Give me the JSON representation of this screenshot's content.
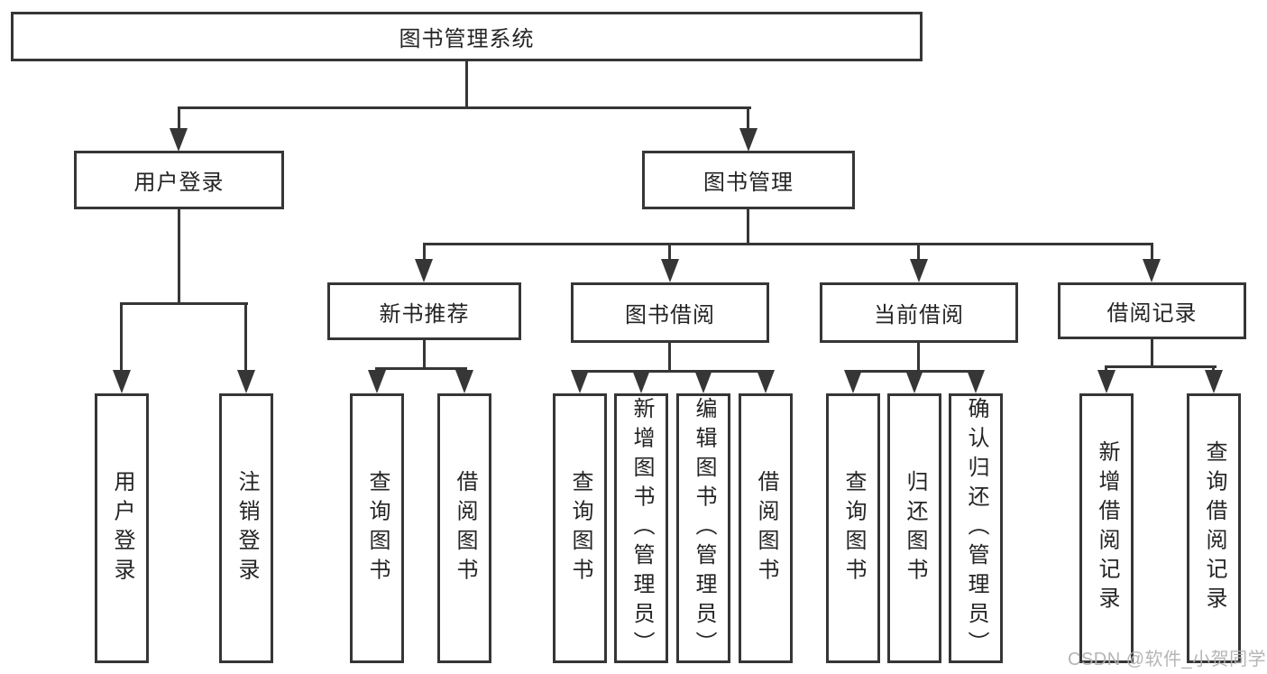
{
  "diagram": {
    "root": {
      "label": "图书管理系统"
    },
    "level2": [
      {
        "id": "user-login",
        "label": "用户登录",
        "parent": "图书管理系统"
      },
      {
        "id": "book-management",
        "label": "图书管理",
        "parent": "图书管理系统"
      }
    ],
    "level3": [
      {
        "id": "new-book-recommend",
        "label": "新书推荐",
        "parent": "图书管理"
      },
      {
        "id": "book-borrow",
        "label": "图书借阅",
        "parent": "图书管理"
      },
      {
        "id": "current-borrow",
        "label": "当前借阅",
        "parent": "图书管理"
      },
      {
        "id": "borrow-record",
        "label": "借阅记录",
        "parent": "图书管理"
      }
    ],
    "leaves": [
      {
        "id": "leaf-user-login",
        "label": "用户登录",
        "parent": "用户登录"
      },
      {
        "id": "leaf-logout",
        "label": "注销登录",
        "parent": "用户登录"
      },
      {
        "id": "leaf-query-book-1",
        "label": "查询图书",
        "parent": "新书推荐"
      },
      {
        "id": "leaf-borrow-book-1",
        "label": "借阅图书",
        "parent": "新书推荐"
      },
      {
        "id": "leaf-query-book-2",
        "label": "查询图书",
        "parent": "图书借阅"
      },
      {
        "id": "leaf-add-book-admin",
        "label": "新增图书（管理员）",
        "parent": "图书借阅"
      },
      {
        "id": "leaf-edit-book-admin",
        "label": "编辑图书（管理员）",
        "parent": "图书借阅"
      },
      {
        "id": "leaf-borrow-book-2",
        "label": "借阅图书",
        "parent": "图书借阅"
      },
      {
        "id": "leaf-query-book-3",
        "label": "查询图书",
        "parent": "当前借阅"
      },
      {
        "id": "leaf-return-book",
        "label": "归还图书",
        "parent": "当前借阅"
      },
      {
        "id": "leaf-confirm-return-admin",
        "label": "确认归还（管理员）",
        "parent": "当前借阅"
      },
      {
        "id": "leaf-add-borrow-record",
        "label": "新增借阅记录",
        "parent": "借阅记录"
      },
      {
        "id": "leaf-query-borrow-record",
        "label": "查询借阅记录",
        "parent": "借阅记录"
      }
    ]
  },
  "watermark": {
    "text": "CSDN @软件_小贺同学"
  },
  "colors": {
    "line": "#363636",
    "text": "#242424",
    "watermark": "#b2b2b2",
    "background": "#ffffff"
  }
}
